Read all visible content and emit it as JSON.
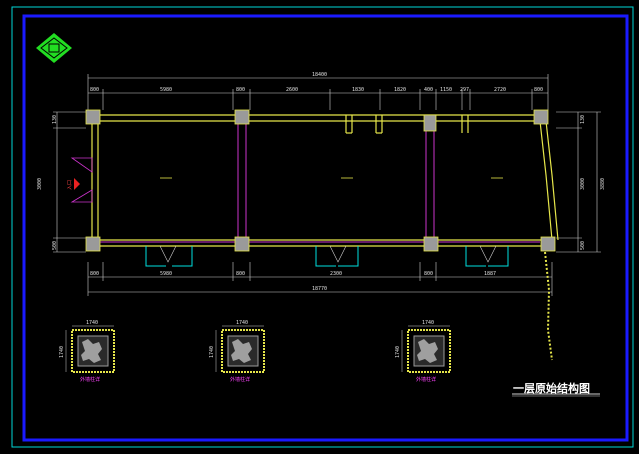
{
  "drawing": {
    "title": "一层原始结构图",
    "colors": {
      "background": "#000000",
      "outer_border": "#1a1aff",
      "inner_border": "#00d8d8",
      "wall": "#e6e64a",
      "partition": "#cc33cc",
      "dimension": "#cfcfcf",
      "door": "#00e0e0",
      "column": "#b0b0b0",
      "logo": "#22dd22",
      "detail_label": "#ff44ff"
    }
  },
  "dimensions": {
    "top_overall": "18400",
    "top_segments": [
      "800",
      "5980",
      "800",
      "2600",
      "1830",
      "1820",
      "400",
      "1150",
      "297",
      "2720",
      "800"
    ],
    "bottom_overall": "18770",
    "bottom_segments": [
      "800",
      "5980",
      "800",
      "2300",
      "800",
      "1887"
    ],
    "left_segments": [
      "130",
      "3000",
      "500"
    ],
    "right_overall": "3880",
    "right_segments": [
      "130",
      "3000",
      "500"
    ]
  },
  "entrance_note": "入口",
  "column_details": [
    {
      "width": "1740",
      "height": "1740",
      "label": "外墙柱详"
    },
    {
      "width": "1740",
      "height": "1740",
      "label": "外墙柱详"
    },
    {
      "width": "1740",
      "height": "1740",
      "label": "外墙柱详"
    }
  ]
}
